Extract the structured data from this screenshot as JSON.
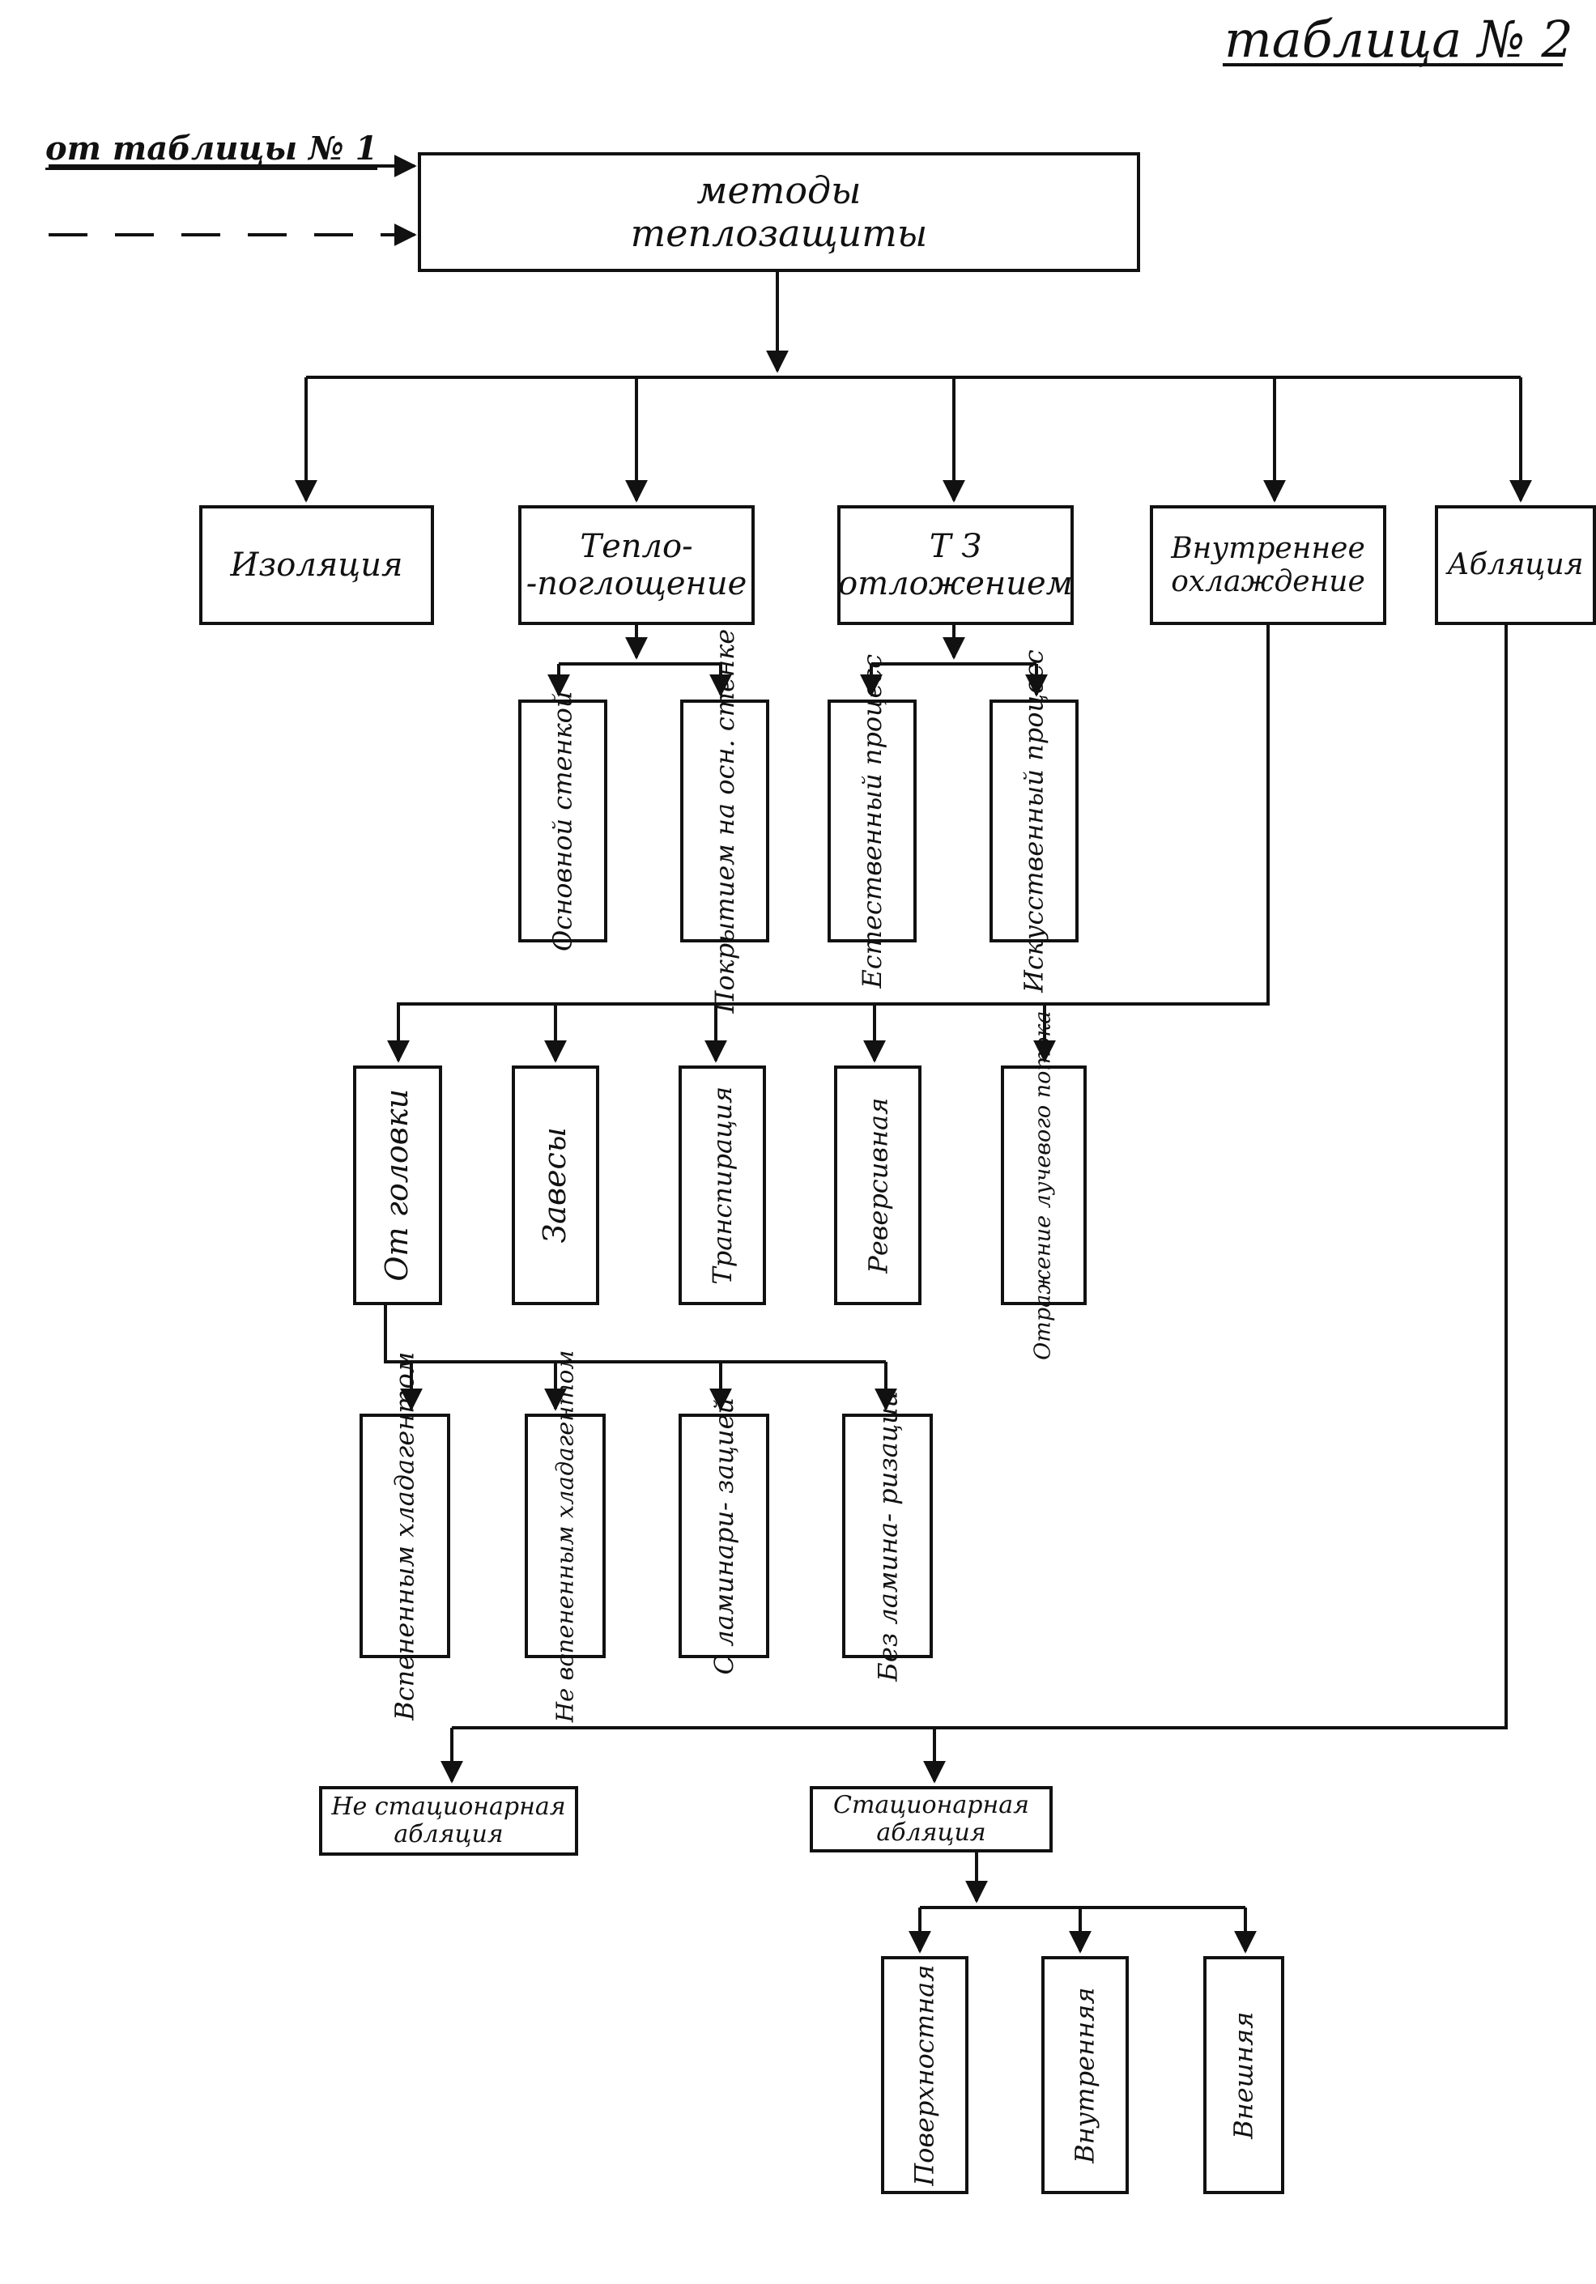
{
  "page_label": "таблица № 2",
  "incoming": {
    "from_table": "от таблицы № 1"
  },
  "root": "методы\nтеплозащиты",
  "level1": {
    "isolation": "Изоляция",
    "heat_absorption": "Тепло-\n-поглощение",
    "tz_deposition": "Т З\nотложением",
    "internal_cooling": "Внутреннее\nохлаждение",
    "ablation": "Абляция"
  },
  "heat_absorption_children": [
    "Основной\nстенкой",
    "Покрытием\nна осн. стенке"
  ],
  "deposition_children": [
    "Естественный\nпроцесс",
    "Искусственный\nпроцесс"
  ],
  "internal_cooling_children": [
    "От головки",
    "Завесы",
    "Транспирация",
    "Реверсивная",
    "Отражение\nлучевого потока"
  ],
  "from_head_children": [
    "Вспененным\nхладагентом",
    "Не вспененным\nхладагентом",
    "С ламинари-\nзацией",
    "Без ламина-\nризации"
  ],
  "ablation_children": [
    "Не стационарная\nабляция",
    "Стационарная\nабляция"
  ],
  "stationary_children": [
    "Поверхностная",
    "Внутренняя",
    "Внешняя"
  ],
  "colors": {
    "ink": "#111111",
    "paper": "#ffffff"
  }
}
